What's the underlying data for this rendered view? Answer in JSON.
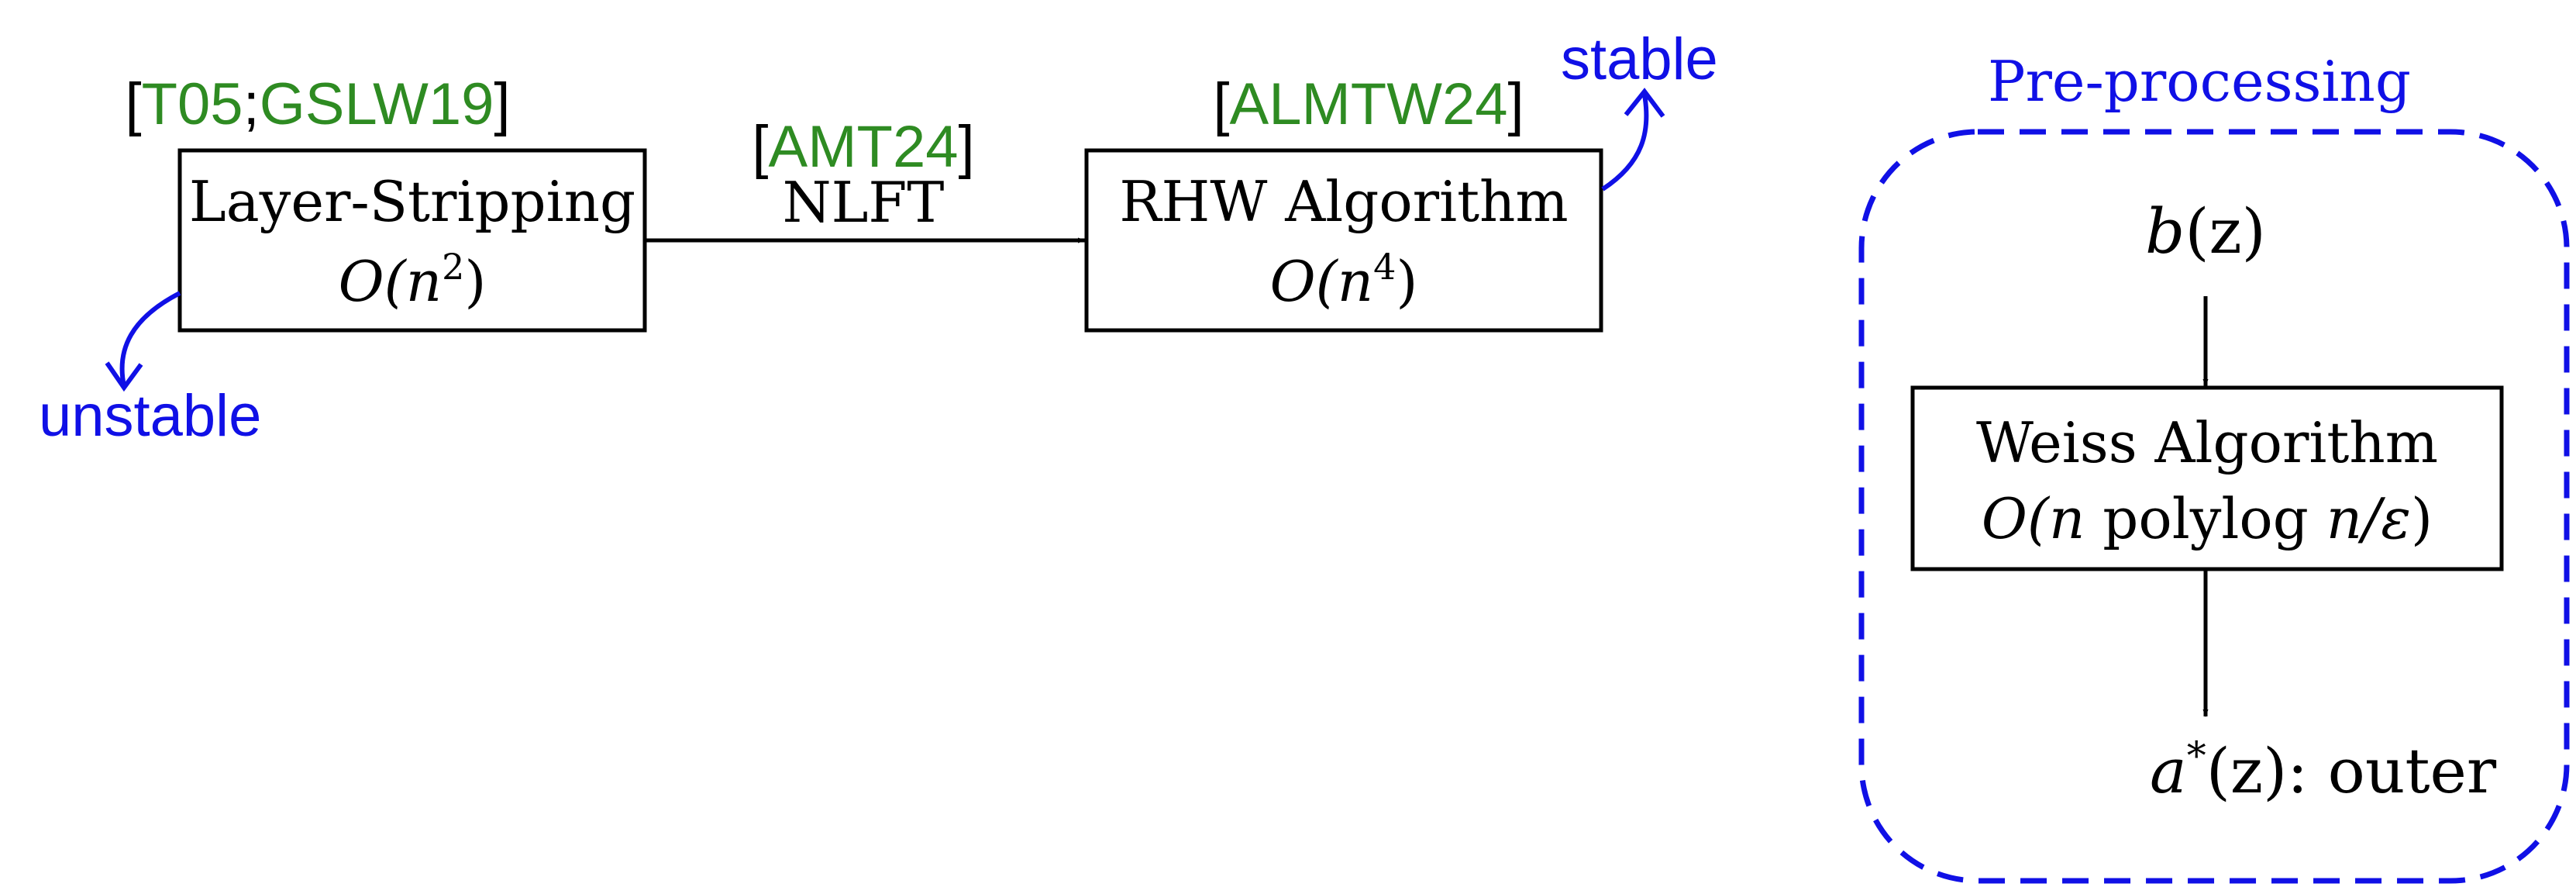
{
  "colors": {
    "citation_green": "#2e8b22",
    "label_blue": "#1010e6",
    "box_black": "#000000"
  },
  "left_box": {
    "citation": {
      "open": "[",
      "refs": [
        "T05",
        "GSLW19"
      ],
      "sep": ";",
      "close": "]"
    },
    "title": "Layer-Stripping",
    "complexity": {
      "prefix": "O(",
      "var": "n",
      "sup": "2",
      "suffix": ")"
    },
    "annotation": "unstable"
  },
  "connector": {
    "citation": {
      "open": "[",
      "refs": [
        "AMT24"
      ],
      "close": "]"
    },
    "label": "NLFT"
  },
  "middle_box": {
    "citation": {
      "open": "[",
      "refs": [
        "ALMTW24"
      ],
      "close": "]"
    },
    "title": "RHW Algorithm",
    "complexity": {
      "prefix": "O(",
      "var": "n",
      "sup": "4",
      "suffix": ")"
    },
    "annotation": "stable"
  },
  "preprocessing": {
    "title": "Pre-processing",
    "input": {
      "fn": "b",
      "arg": "(z)"
    },
    "box_title": "Weiss Algorithm",
    "box_complexity": {
      "prefix": "O(",
      "v1": "n",
      "word": " polylog ",
      "v2": "n/ε",
      "suffix": ")"
    },
    "output": {
      "fn": "a",
      "sup": "*",
      "arg": "(z): ",
      "word": "outer"
    }
  }
}
